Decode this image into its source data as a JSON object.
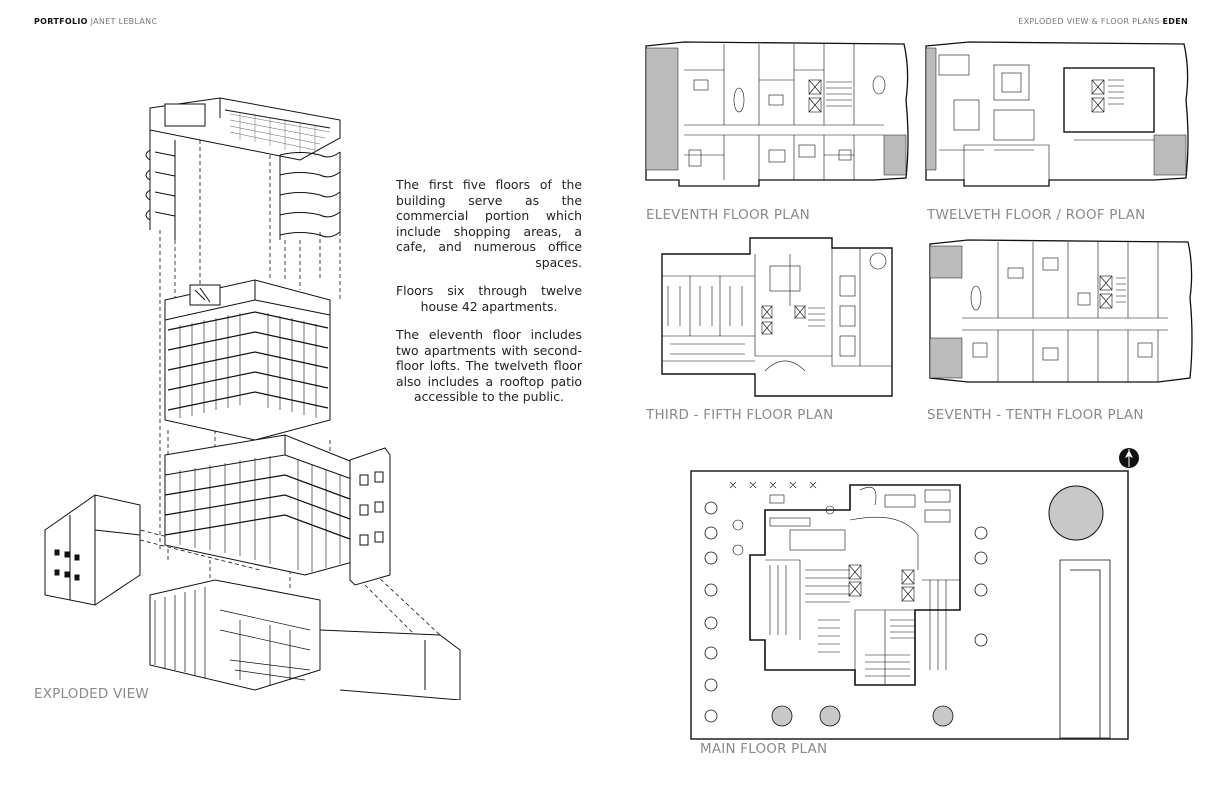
{
  "header": {
    "left_bold": "PORTFOLIO",
    "left_light": "JANET LEBLANC",
    "right_light": "EXPLODED VIEW & FLOOR PLANS",
    "right_bold": "EDEN"
  },
  "description": [
    "The first five floors of the building serve as the commercial portion which include shopping areas, a cafe, and numerous office spaces.",
    "Floors six through twelve house 42 apartments.",
    "The eleventh floor includes two apartments with second-floor lofts. The twelveth floor also includes a rooftop patio accessible to the public."
  ],
  "captions": {
    "exploded": "EXPLODED VIEW",
    "eleventh": "ELEVENTH FLOOR PLAN",
    "twelveth": "TWELVETH FLOOR / ROOF PLAN",
    "third_fifth": "THIRD - FIFTH FLOOR PLAN",
    "seventh_tenth": "SEVENTH - TENTH FLOOR PLAN",
    "main": "MAIN FLOOR PLAN"
  },
  "icons": {
    "north_arrow": "north-arrow-icon"
  }
}
